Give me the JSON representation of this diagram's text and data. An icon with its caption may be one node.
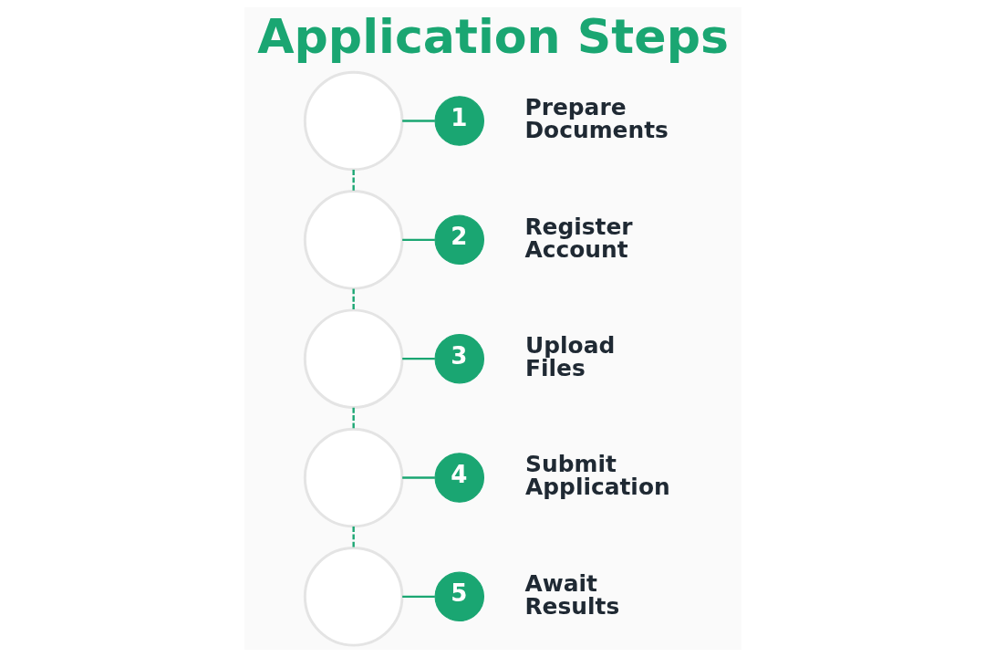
{
  "diagram": {
    "title": "Application Steps",
    "nodes": [
      {
        "text": [],
        "shape": "circle"
      },
      {
        "text": [
          "1"
        ],
        "beside": [
          "Prepare Documents"
        ]
      },
      {
        "text": [],
        "shape": "circle"
      },
      {
        "text": [
          "2"
        ],
        "beside": [
          "Register Account"
        ]
      },
      {
        "text": [],
        "shape": "circle"
      },
      {
        "text": [
          "3"
        ],
        "beside": [
          "Upload Files"
        ]
      },
      {
        "text": [],
        "shape": "circle"
      },
      {
        "text": [
          "4"
        ],
        "beside": [
          "Submit Application"
        ]
      },
      {
        "text": [],
        "shape": "circle"
      },
      {
        "text": [
          "5"
        ],
        "beside": [
          "Await Results"
        ]
      }
    ],
    "edges": [
      {
        "from": 0,
        "to": 1,
        "arrow": "none"
      },
      {
        "from": 0,
        "to": 2,
        "arrow": "none",
        "style": "dashed"
      },
      {
        "from": 2,
        "to": 3,
        "arrow": "none"
      },
      {
        "from": 2,
        "to": 4,
        "arrow": "none",
        "style": "dashed"
      },
      {
        "from": 4,
        "to": 5,
        "arrow": "none"
      },
      {
        "from": 4,
        "to": 6,
        "arrow": "none",
        "style": "dashed"
      },
      {
        "from": 6,
        "to": 7,
        "arrow": "none"
      },
      {
        "from": 6,
        "to": 8,
        "arrow": "none",
        "style": "dashed"
      },
      {
        "from": 8,
        "to": 9,
        "arrow": "none"
      }
    ]
  }
}
